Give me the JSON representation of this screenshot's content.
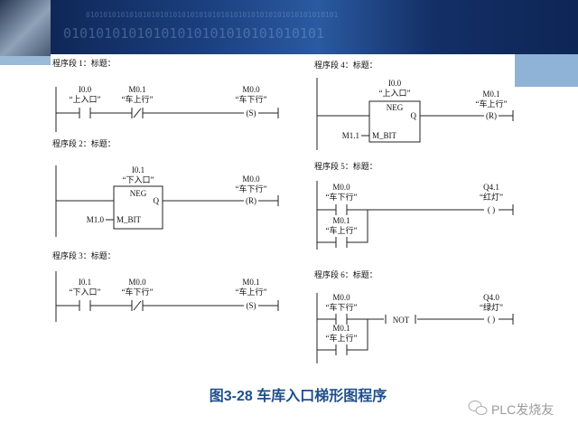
{
  "banner": {
    "bits_top": "0101010101010101010101010101010101010101010101010101010101",
    "bits_mid": "01010101010101010101010101010101"
  },
  "networks": [
    {
      "title": "程序段 1：标题：",
      "elements": [
        {
          "addr": "I0.0",
          "sym": "“上入口”",
          "type": "NO"
        },
        {
          "addr": "M0.1",
          "sym": "“车上行”",
          "type": "NC"
        },
        {
          "addr": "M0.0",
          "sym": "“车下行”",
          "type": "coil",
          "coil": "S"
        }
      ]
    },
    {
      "title": "程序段 2：标题：",
      "elements": [
        {
          "addr": "I0.1",
          "sym": "“下入口”",
          "type": "NEG",
          "box_label": "NEG",
          "out": "Q",
          "bit_pin": "M_BIT",
          "bit_addr": "M1.0"
        },
        {
          "addr": "M0.0",
          "sym": "“车下行”",
          "type": "coil",
          "coil": "R"
        }
      ]
    },
    {
      "title": "程序段 3：标题：",
      "elements": [
        {
          "addr": "I0.1",
          "sym": "“下入口”",
          "type": "NO"
        },
        {
          "addr": "M0.0",
          "sym": "“车下行”",
          "type": "NC"
        },
        {
          "addr": "M0.1",
          "sym": "“车上行”",
          "type": "coil",
          "coil": "S"
        }
      ]
    },
    {
      "title": "程序段 4：标题：",
      "elements": [
        {
          "addr": "I0.0",
          "sym": "“上入口”",
          "type": "NEG",
          "box_label": "NEG",
          "out": "Q",
          "bit_pin": "M_BIT",
          "bit_addr": "M1.1"
        },
        {
          "addr": "M0.1",
          "sym": "“车上行”",
          "type": "coil",
          "coil": "R"
        }
      ]
    },
    {
      "title": "程序段 5：标题：",
      "elements": [
        {
          "addr": "M0.0",
          "sym": "“车下行”",
          "type": "NO"
        },
        {
          "addr": "M0.1",
          "sym": "“车上行”",
          "type": "NO-parallel"
        },
        {
          "addr": "Q4.1",
          "sym": "“红灯”",
          "type": "coil",
          "coil": ""
        }
      ]
    },
    {
      "title": "程序段 6：标题：",
      "elements": [
        {
          "addr": "M0.0",
          "sym": "“车下行”",
          "type": "NO"
        },
        {
          "addr": "M0.1",
          "sym": "“车上行”",
          "type": "NO-parallel"
        },
        {
          "type": "NOT",
          "label": "NOT"
        },
        {
          "addr": "Q4.0",
          "sym": "“绿灯”",
          "type": "coil",
          "coil": ""
        }
      ]
    }
  ],
  "caption": "图3-28 车库入口梯形图程序",
  "watermark": "PLC发烧友"
}
